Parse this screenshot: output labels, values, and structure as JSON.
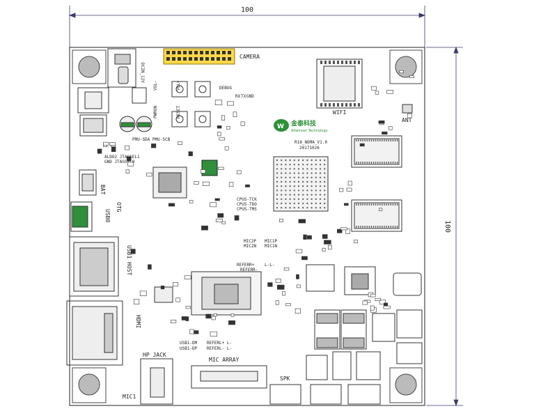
{
  "dimensions": {
    "width_label": "100",
    "height_label": "100"
  },
  "labels": {
    "camera": "CAMERA",
    "wifi": "WIFI",
    "ant": "ANT",
    "bat": "BAT",
    "otg": "OTG",
    "usb0": "USB0",
    "usb1_host": "USB1 HOST",
    "hdmi": "HDMI",
    "hp_jack": "HP JACK",
    "mic_array": "MIC ARRAY",
    "spk": "SPK",
    "mic1": "MIC1",
    "dcin": "DCIN_12V",
    "debug": "DEBUG",
    "rx": "RX",
    "tx": "TX",
    "gnd": "GND",
    "vol_minus": "VOL-",
    "vol_plus": "VOL+",
    "pwron": "PWRON",
    "reset": "RESET",
    "pmu": "PMU-SDA PMU-SCB",
    "aldo": "ALDO2 JTAGSEL1",
    "gnd_jtag": "GND   JTAGSEL0",
    "brand_cn": "金泰科技",
    "brand_en": "Allwinner Technology",
    "board_ver": "R18_NOMA_V1.0",
    "board_date": "20171026",
    "cpus_tck": "CPUS-TCK",
    "cpus_tdo": "CPUS-TDO",
    "cpus_tms": "CPUS-TMS",
    "mic2p": "MIC2P",
    "mic2n": "MIC2N",
    "mic1p": "MIC1P",
    "mic1n": "MIC1N",
    "referr_p": "REFERR+",
    "referr_m": "REFERR-",
    "l_minus": "L-L-",
    "usb1_dm": "USB1-DM",
    "usb1_dp": "USB1-DP",
    "referl_p": "REFERL+ L-",
    "referl_m": "REFERL- L-"
  },
  "colors": {
    "line": "#222222",
    "dim": "#3a3a6a",
    "green": "#2f8f3a",
    "gray": "#999999"
  }
}
